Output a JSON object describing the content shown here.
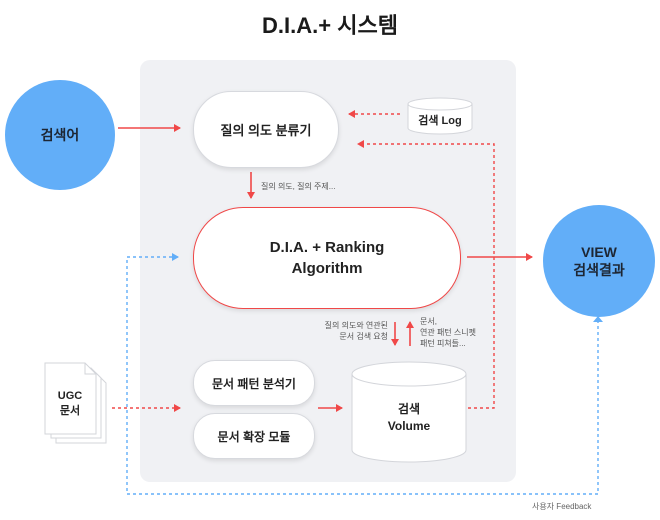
{
  "title": "D.I.A.+ 시스템",
  "nodes": {
    "search_input": "검색어",
    "intent_classifier": "질의 의도 분류기",
    "search_log": "검색 Log",
    "algorithm_line1": "D.I.A. + Ranking",
    "algorithm_line2": "Algorithm",
    "view_line1": "VIEW",
    "view_line2": "검색결과",
    "ugc_line1": "UGC",
    "ugc_line2": "문서",
    "pattern_analyzer": "문서 패턴 분석기",
    "expansion_module": "문서 확장 모듈",
    "volume_line1": "검색",
    "volume_line2": "Volume"
  },
  "labels": {
    "intent_topic": "질의 의도, 질의 주제...",
    "request_line1": "질의 의도와 연관된",
    "request_line2": "문서 검색 요청",
    "response_line1": "문서,",
    "response_line2": "연관 패턴 스니펫",
    "response_line3": "패턴 피쳐들...",
    "feedback": "사용자 Feedback"
  },
  "colors": {
    "accent_red": "#f04848",
    "feedback_blue": "#62aef8",
    "panel_bg": "#f0f1f4"
  }
}
